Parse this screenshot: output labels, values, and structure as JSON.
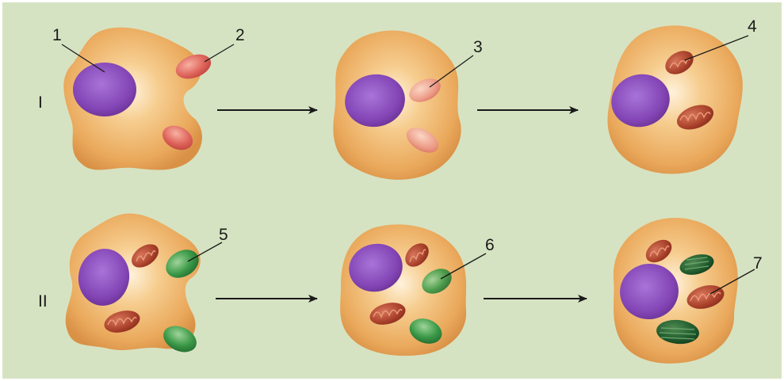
{
  "rows": [
    {
      "label": "I"
    },
    {
      "label": "II"
    }
  ],
  "callouts": [
    "1",
    "2",
    "3",
    "4",
    "5",
    "6",
    "7"
  ],
  "colors": {
    "background": "#d6e3c2",
    "cell": "#eeb36a",
    "nucleus": "#8548b8",
    "proteobacterium": "#d9605a",
    "mitochondrion": "#a83a25",
    "cyanobacterium": "#2f8a3c",
    "chloroplast": "#1f5a2c",
    "line": "#1a1a1a"
  }
}
